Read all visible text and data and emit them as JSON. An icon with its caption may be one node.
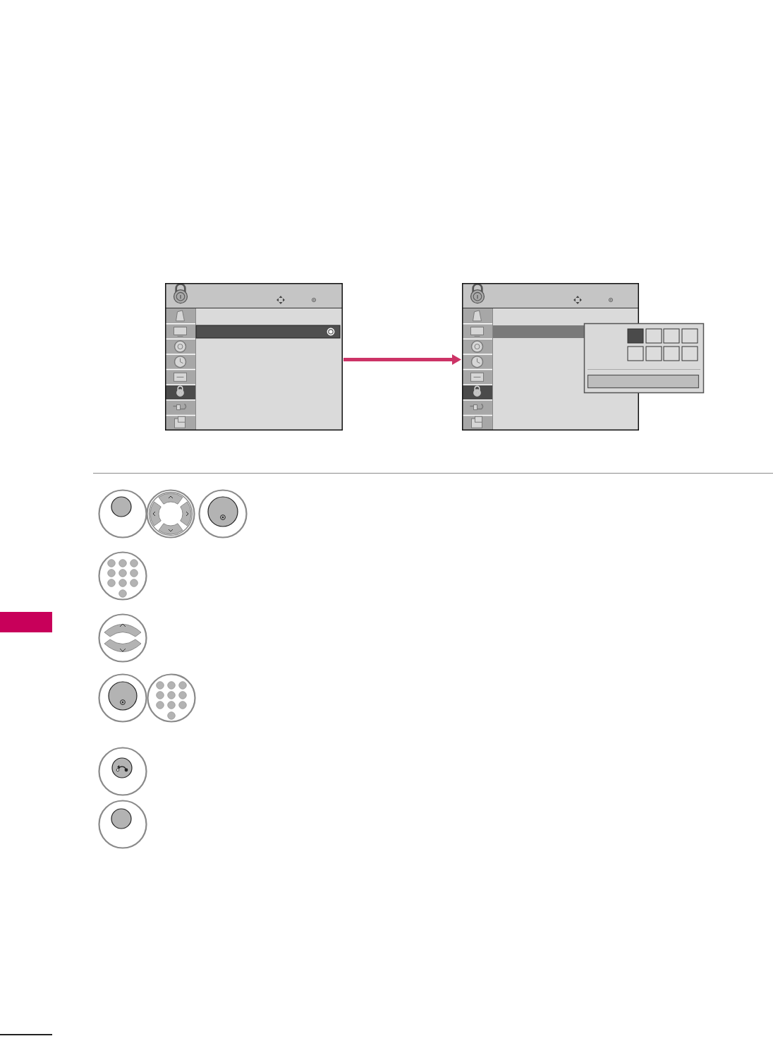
{
  "diagram": {
    "nodes": [
      {
        "text": [],
        "shape": "picture"
      },
      {
        "text": [],
        "shape": "picture"
      },
      {
        "text": [],
        "shape": "bar"
      }
    ],
    "edges": [
      {
        "from": 0,
        "to": 1,
        "arrow": "to",
        "color": "#cc3366"
      }
    ]
  }
}
